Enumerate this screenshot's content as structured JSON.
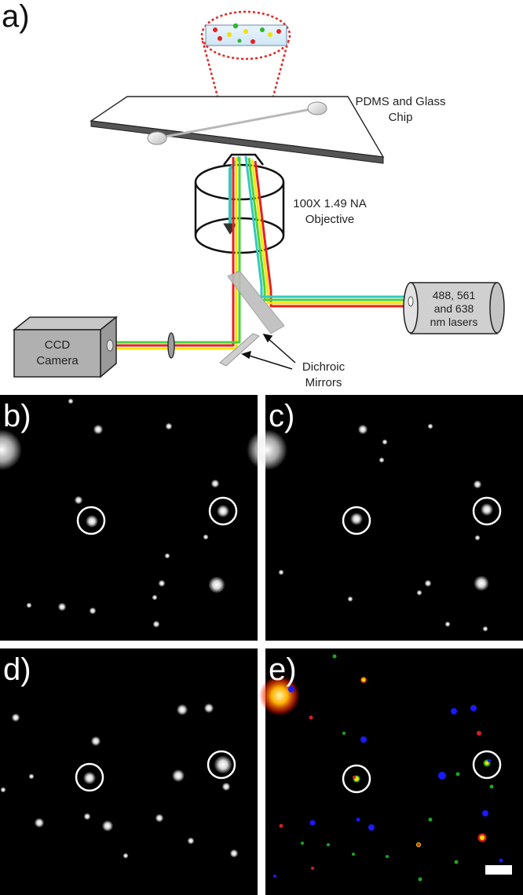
{
  "panel_a": {
    "letter": "a)",
    "chip_label": [
      "PDMS and Glass",
      "Chip"
    ],
    "objective_label": [
      "100X 1.49 NA",
      "Objective"
    ],
    "laser_label": [
      "488, 561",
      "and  638",
      "nm lasers"
    ],
    "camera_label": [
      "CCD",
      "Camera"
    ],
    "mirrors_label": [
      "Dichroic",
      "Mirrors"
    ]
  },
  "panels": [
    {
      "letter": "b)",
      "mode": "gray"
    },
    {
      "letter": "c)",
      "mode": "gray"
    },
    {
      "letter": "d)",
      "mode": "gray"
    },
    {
      "letter": "e)",
      "mode": "color"
    }
  ],
  "colors": {
    "beam_cyan": "#33c9c0",
    "beam_green": "#4cd137",
    "beam_yellow": "#f5e500",
    "beam_red": "#e62020",
    "zoom_dots": "#e62020",
    "spot_blue": "#1a1aff",
    "spot_green": "#1fa61f",
    "spot_red": "#d62020",
    "spot_yellow": "#f0e000"
  }
}
